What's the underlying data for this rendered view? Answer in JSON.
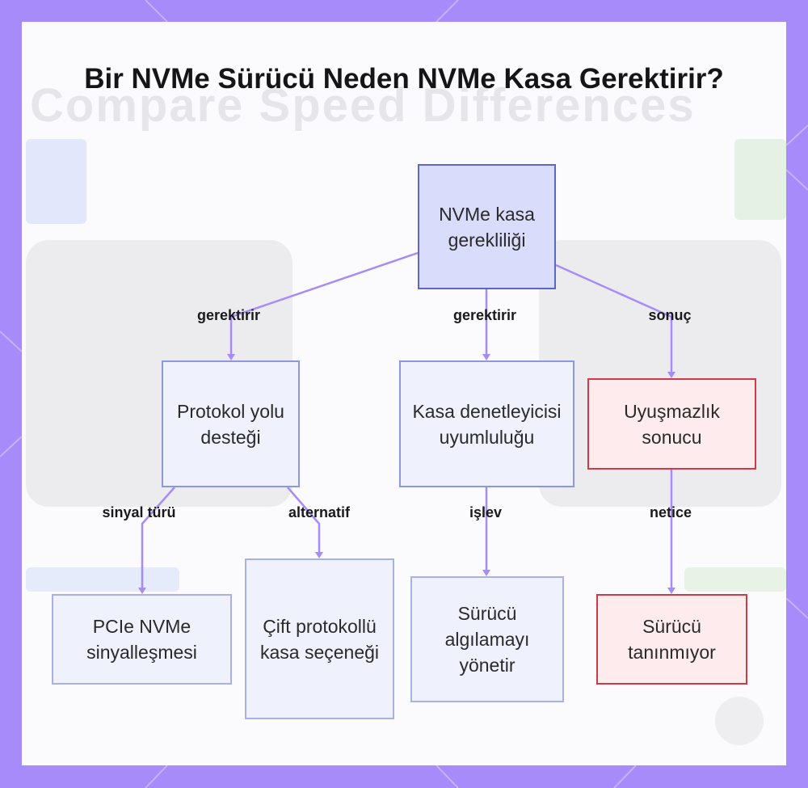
{
  "title": "Bir NVMe Sürücü Neden NVMe Kasa Gerektirir?",
  "nodes": {
    "root": "NVMe kasa gerekliliği",
    "protocol": "Protokol yolu desteği",
    "controller": "Kasa denetleyicisi uyumluluğu",
    "mismatch": "Uyuşmazlık sonucu",
    "pcie": "PCIe NVMe sinyalleşmesi",
    "dual": "Çift protokollü kasa seçeneği",
    "detect": "Sürücü algılamayı yönetir",
    "not_recognized": "Sürücü tanınmıyor"
  },
  "edge_labels": {
    "root_protocol": "gerektirir",
    "root_controller": "gerektirir",
    "root_mismatch": "sonuç",
    "protocol_pcie": "sinyal türü",
    "protocol_dual": "alternatif",
    "controller_detect": "işlev",
    "mismatch_result": "netice"
  },
  "colors": {
    "frame": "#a78bfa",
    "edge": "#a78bfa",
    "root_fill": "#d9dcfb",
    "node_fill": "#eff1fd",
    "node_border": "#8e96de",
    "alert_fill": "#fdebee",
    "alert_border": "#cf3a4a"
  }
}
